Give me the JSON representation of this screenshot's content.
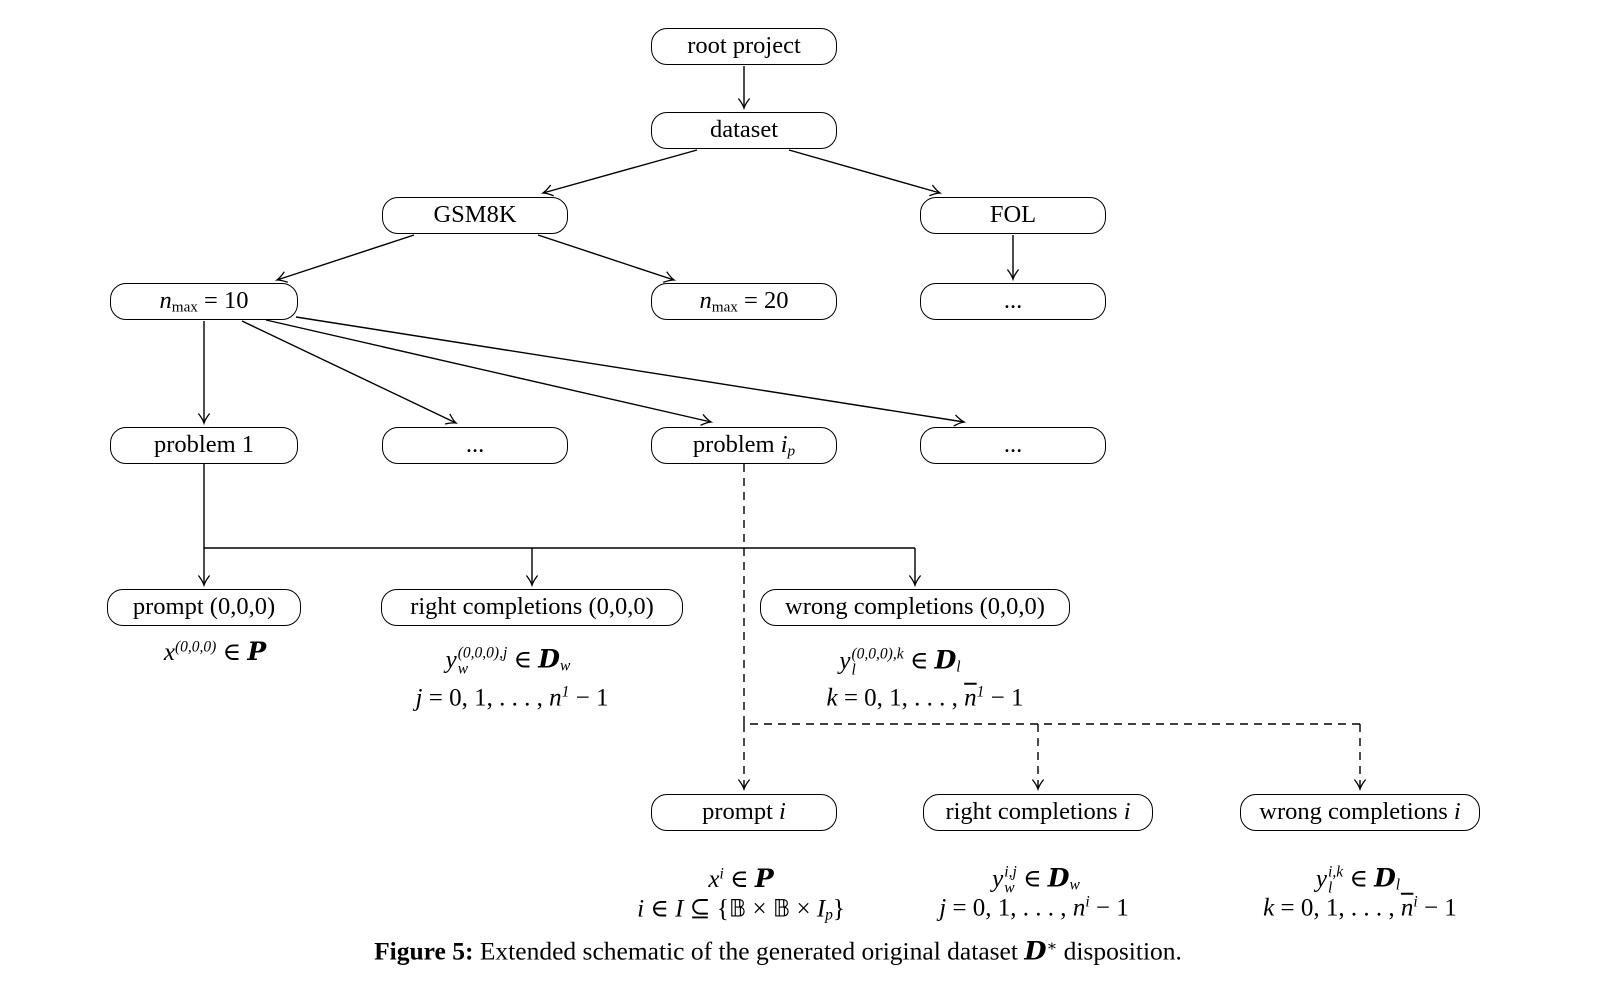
{
  "style": {
    "ink": "#000000",
    "background": "#ffffff"
  },
  "nodes": {
    "root": {
      "label": "root project"
    },
    "dataset": {
      "label": "dataset"
    },
    "gsm8k": {
      "label": "GSM8K"
    },
    "fol": {
      "label": "FOL"
    },
    "nmax10": {
      "label": [
        {
          "i": "n"
        },
        {
          "rsub": "max"
        },
        {
          "t": " = 10"
        }
      ]
    },
    "nmax20": {
      "label": [
        {
          "i": "n"
        },
        {
          "rsub": "max"
        },
        {
          "t": " = 20"
        }
      ]
    },
    "fol_ellipsis": {
      "label": "..."
    },
    "problem1": {
      "label": "problem 1"
    },
    "gsm_ellipsis": {
      "label": "..."
    },
    "problem_ip": {
      "label": [
        {
          "t": "problem "
        },
        {
          "i": "i"
        },
        {
          "sub": "p"
        }
      ]
    },
    "last_ellipsis": {
      "label": "..."
    },
    "prompt000": {
      "label": "prompt (0,0,0)"
    },
    "right000": {
      "label": "right completions (0,0,0)"
    },
    "wrong000": {
      "label": "wrong completions (0,0,0)"
    },
    "prompt_i": {
      "label": [
        {
          "t": "prompt "
        },
        {
          "i": "i"
        }
      ]
    },
    "right_i": {
      "label": [
        {
          "t": "right completions "
        },
        {
          "i": "i"
        }
      ]
    },
    "wrong_i": {
      "label": [
        {
          "t": "wrong completions "
        },
        {
          "i": "i"
        }
      ]
    }
  },
  "math": {
    "prompt000_1": [
      {
        "i": "x"
      },
      {
        "sup": "(0,0,0)"
      },
      {
        "t": " ∈ "
      },
      {
        "cal": "P"
      }
    ],
    "right000_1": [
      {
        "i": "y"
      },
      {
        "stack": [
          "(0,0,0),j",
          "w"
        ]
      },
      {
        "t": " ∈ "
      },
      {
        "cal": "D"
      },
      {
        "sub": "w"
      }
    ],
    "right000_2": [
      {
        "i": "j"
      },
      {
        "t": " = 0, 1, . . . , "
      },
      {
        "i": "n"
      },
      {
        "sup": "1"
      },
      {
        "t": " − 1"
      }
    ],
    "wrong000_1": [
      {
        "i": "y"
      },
      {
        "stack": [
          "(0,0,0),k",
          "l"
        ]
      },
      {
        "t": " ∈ "
      },
      {
        "cal": "D"
      },
      {
        "sub": "l"
      }
    ],
    "wrong000_2": [
      {
        "i": "k"
      },
      {
        "t": " = 0, 1, . . . , "
      },
      {
        "bar": "n"
      },
      {
        "sup": "1"
      },
      {
        "t": " − 1"
      }
    ],
    "prompt_i_1": [
      {
        "i": "x"
      },
      {
        "sup": "i"
      },
      {
        "t": " ∈ "
      },
      {
        "cal": "P"
      }
    ],
    "prompt_i_2": [
      {
        "i": "i"
      },
      {
        "t": " ∈ "
      },
      {
        "i": "I"
      },
      {
        "t": " ⊆ {"
      },
      {
        "bb": "𝔹"
      },
      {
        "t": " × "
      },
      {
        "bb": "𝔹"
      },
      {
        "t": " × "
      },
      {
        "i": "I"
      },
      {
        "sub": "p"
      },
      {
        "t": "}"
      }
    ],
    "right_i_1": [
      {
        "i": "y"
      },
      {
        "stack": [
          "i,j",
          "w"
        ]
      },
      {
        "t": " ∈ "
      },
      {
        "cal": "D"
      },
      {
        "sub": "w"
      }
    ],
    "right_i_2": [
      {
        "i": "j"
      },
      {
        "t": " = 0, 1, . . . , "
      },
      {
        "i": "n"
      },
      {
        "sup": "i"
      },
      {
        "t": " − 1"
      }
    ],
    "wrong_i_1": [
      {
        "i": "y"
      },
      {
        "stack": [
          "i,k",
          "l"
        ]
      },
      {
        "t": " ∈ "
      },
      {
        "cal": "D"
      },
      {
        "sub": "l"
      }
    ],
    "wrong_i_2": [
      {
        "i": "k"
      },
      {
        "t": " = 0, 1, . . . , "
      },
      {
        "bar": "n"
      },
      {
        "sup": "i"
      },
      {
        "t": " − 1"
      }
    ]
  },
  "figure": {
    "caption": [
      {
        "b": "Figure 5:"
      },
      {
        "t": " Extended schematic of the generated original dataset "
      },
      {
        "cal": "D"
      },
      {
        "sup": "∗"
      },
      {
        "t": " disposition."
      }
    ]
  }
}
